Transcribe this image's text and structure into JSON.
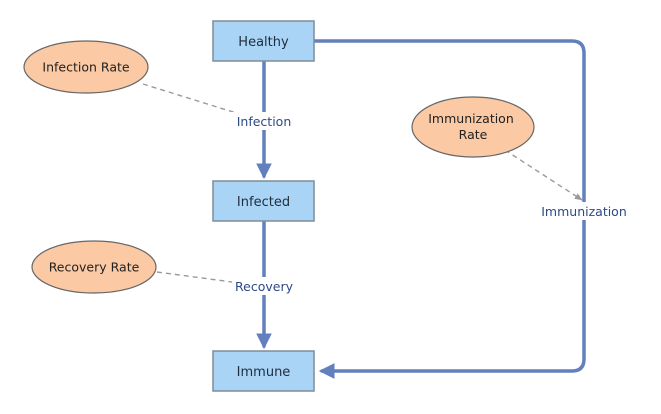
{
  "stocks": {
    "healthy": "Healthy",
    "infected": "Infected",
    "immune": "Immune"
  },
  "flows": {
    "infection": "Infection",
    "recovery": "Recovery",
    "immunization": "Immunization"
  },
  "parameters": {
    "infection_rate": "Infection Rate",
    "recovery_rate": "Recovery Rate",
    "immunization_rate": [
      "Immunization",
      "Rate"
    ]
  },
  "colors": {
    "stock_fill": "#a9d4f5",
    "parameter_fill": "#fbc9a3",
    "flow": "#6280bd",
    "link": "#9a9a9a"
  }
}
